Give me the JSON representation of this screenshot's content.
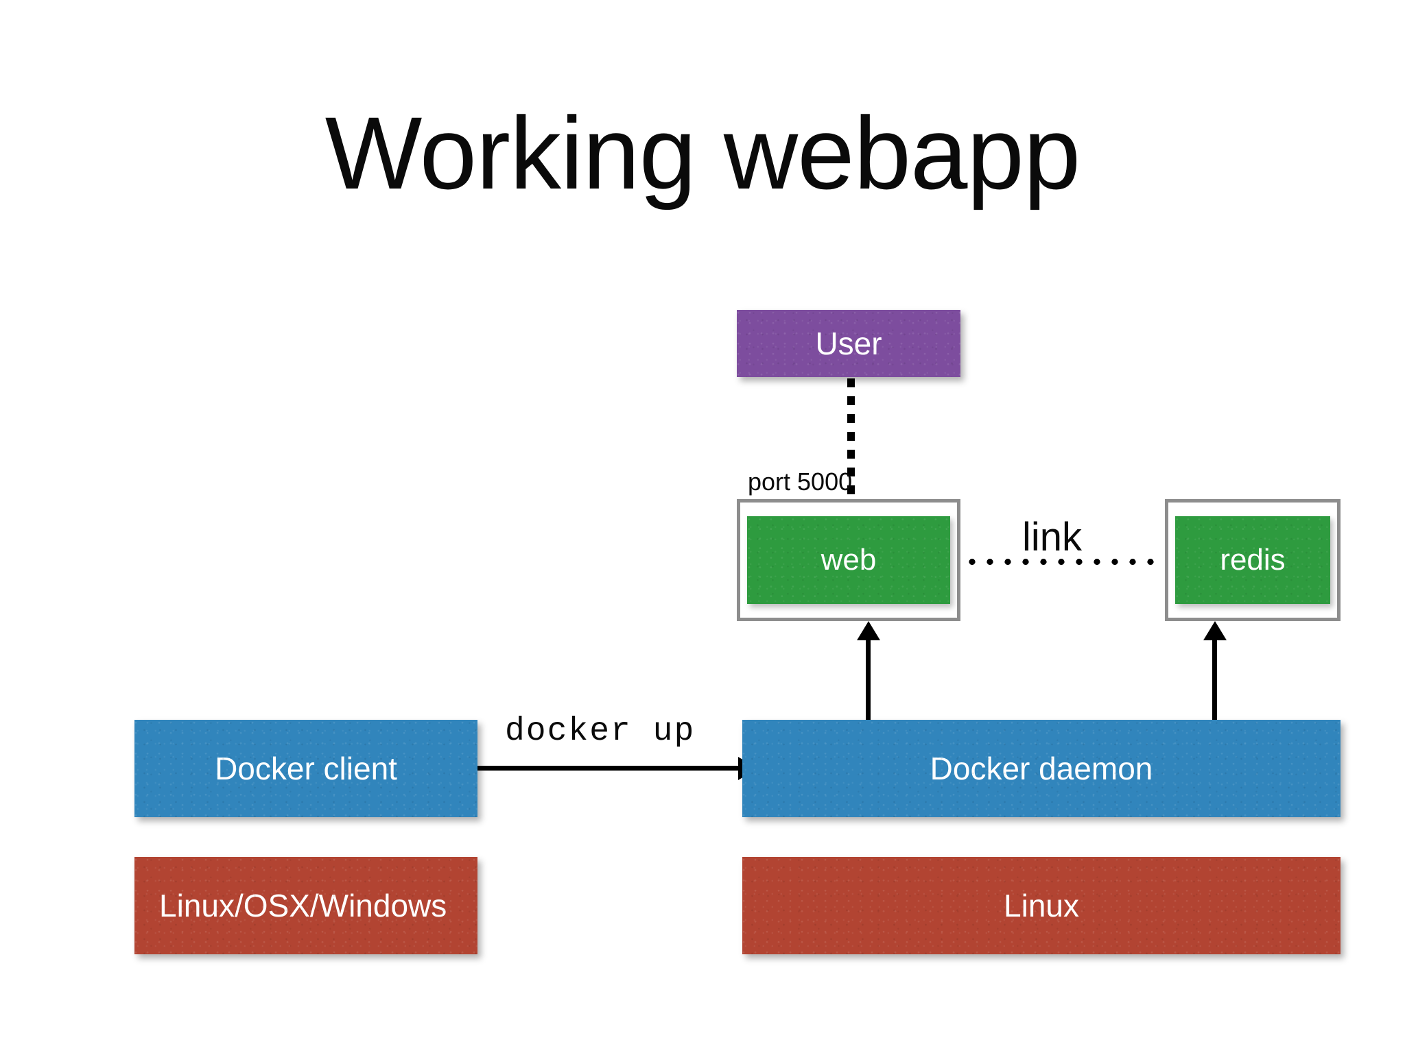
{
  "slide": {
    "title": "Working webapp",
    "background_color": "#ffffff"
  },
  "palette": {
    "purple": "#7d4d9e",
    "green": "#2e9b3f",
    "blue": "#3185bc",
    "red": "#b24432",
    "frame_gray": "#8d8d8d",
    "text_on_color": "#ffffff",
    "text_dark": "#0a0a0a"
  },
  "nodes": {
    "user": {
      "label": "User",
      "color": "#7d4d9e"
    },
    "web": {
      "label": "web",
      "color": "#2e9b3f"
    },
    "redis": {
      "label": "redis",
      "color": "#2e9b3f"
    },
    "docker_client": {
      "label": "Docker client",
      "color": "#3185bc"
    },
    "docker_daemon": {
      "label": "Docker daemon",
      "color": "#3185bc"
    },
    "os_client": {
      "label": "Linux/OSX/Windows",
      "color": "#b24432"
    },
    "os_host": {
      "label": "Linux",
      "color": "#b24432"
    }
  },
  "edges": {
    "user_to_web": {
      "label": "port 5000",
      "style": "dashed"
    },
    "web_to_redis": {
      "label": "link",
      "style": "dotted"
    },
    "client_to_daemon": {
      "label": "docker up",
      "style": "solid-arrow"
    },
    "daemon_to_web": {
      "label": "",
      "style": "solid-arrow"
    },
    "daemon_to_redis": {
      "label": "",
      "style": "solid-arrow"
    }
  }
}
